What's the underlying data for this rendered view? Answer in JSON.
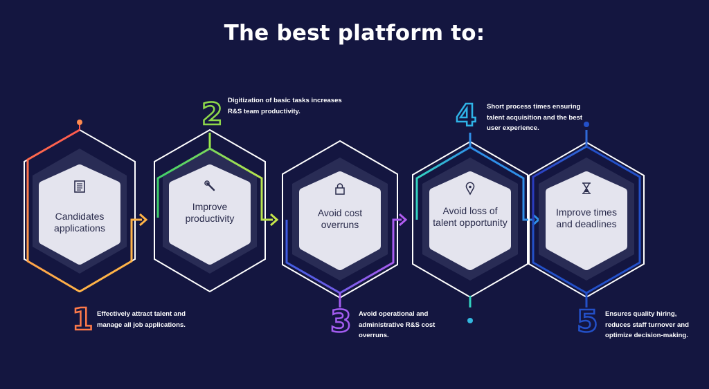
{
  "title": "The best platform to:",
  "colors": {
    "background": "#141640",
    "hex_fill": "#292c55",
    "inner_fill": "#e4e4ee",
    "step1": "#ff5a4e",
    "step1_end": "#ffb347",
    "step2": "#8ed84a",
    "step3": "#a35cf0",
    "step4": "#2fb4e8",
    "step5": "#2350c8"
  },
  "steps": [
    {
      "number": "1",
      "label": "Candidates applications",
      "icon": "document-icon",
      "description": "Effectively attract talent and manage all job applications."
    },
    {
      "number": "2",
      "label": "Improve productivity",
      "icon": "wrench-icon",
      "description": "Digitization of basic tasks increases R&S team productivity."
    },
    {
      "number": "3",
      "label": "Avoid cost overruns",
      "icon": "lock-icon",
      "description": "Avoid operational and administrative R&S cost overruns."
    },
    {
      "number": "4",
      "label": "Avoid loss of talent opportunity",
      "icon": "location-pin-icon",
      "description": "Short process times ensuring talent acquisition and the best user experience."
    },
    {
      "number": "5",
      "label": "Improve times and deadlines",
      "icon": "hourglass-icon",
      "description": "Ensures quality hiring, reduces staff turnover and optimize decision-making."
    }
  ]
}
